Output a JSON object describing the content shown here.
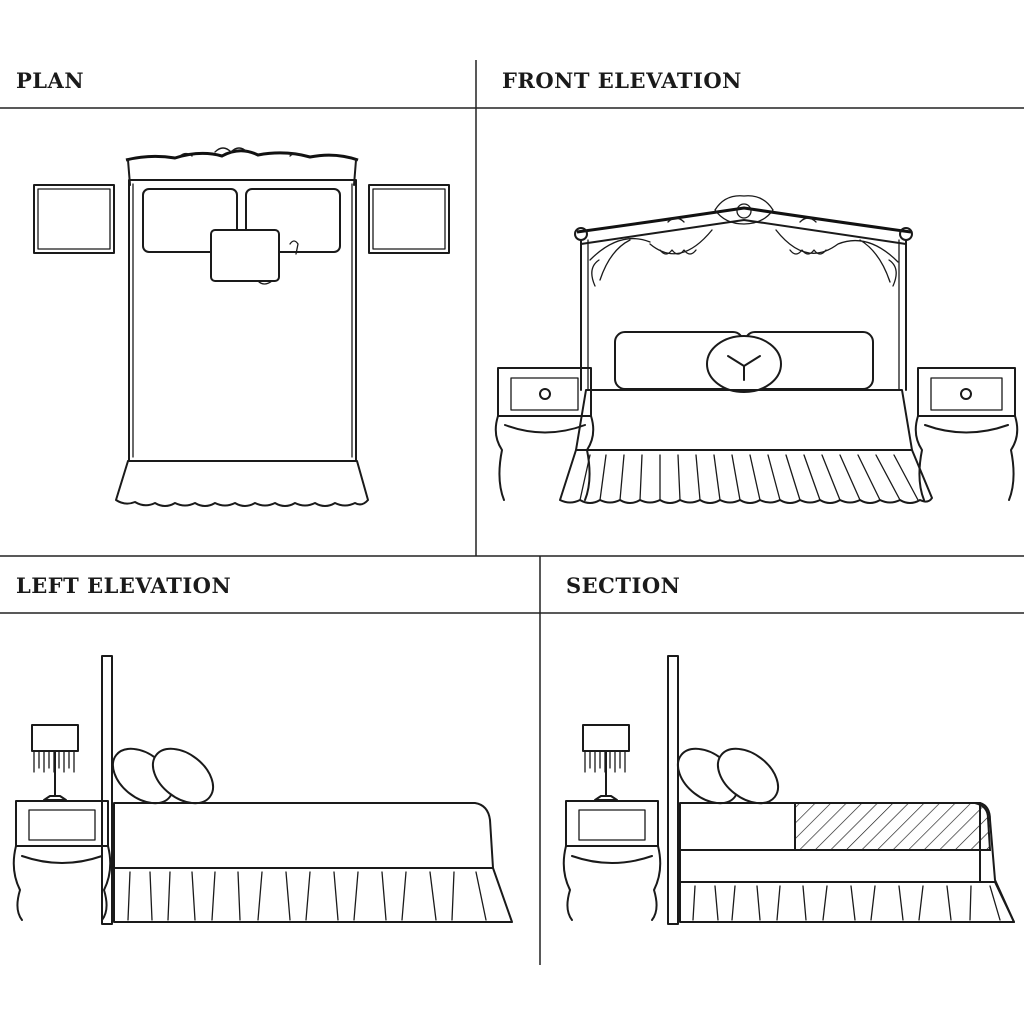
{
  "panels": {
    "plan": {
      "label": "PLAN"
    },
    "front": {
      "label": "FRONT ELEVATION"
    },
    "left": {
      "label": "LEFT ELEVATION"
    },
    "section": {
      "label": "SECTION"
    }
  }
}
